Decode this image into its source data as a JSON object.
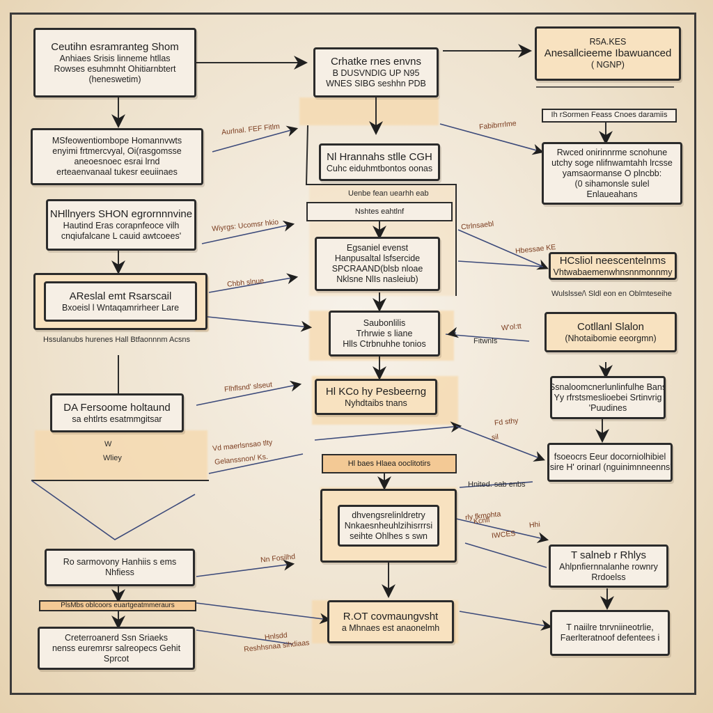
{
  "boxes": {
    "b_tl": [
      "Ceutihn esramranteg  Shom",
      "Anhiaes Srisis linneme htllas",
      "Rowses esuhmnht Ohitiarnbtert",
      "(heneswetim)"
    ],
    "b_tc": [
      "Crhatke rnes envns",
      "B  DUSVNDIG UP N95",
      "WNES  SIBG  seshhn PDB"
    ],
    "b_tr": [
      "R5A.KES",
      "Anesallcieeme Ibawuanced",
      "( NGNP)"
    ],
    "b_l2": [
      "MSfeowentiombope Homannvwts",
      "enyimi frtmercvyal, Oi(rasgomsse",
      "aneoesnoec esrai lrnd",
      "erteaenvanaal tukesr eeuiinaes"
    ],
    "b_c2": [
      "Nl  Hrannahs stlle  CGH",
      "Cuhc   eiduhmtbontos oonas"
    ],
    "b_r2": [
      "Rwced  onirinnrme scnohune",
      "utchy soge nlifnwamtahh lrcsse",
      "yamsaormanse  O plncbb:",
      "(0 sihamonsle sulel",
      "Enlaueahans"
    ],
    "b_l3": [
      "NHllnyers SHON  egrornnnvine",
      "Hautind Eras  corapnfeoce vilh",
      "cnqiufalcane  L cauid awtcoees'"
    ],
    "b_c3": [
      "Egsaniel   evenst",
      "Hanpusaltal lsfsercide",
      "SPCRAAND(blsb  nloae",
      "Nklsne NlIs nasleiub)"
    ],
    "b_r3": [
      "HCsliol neescentelnms",
      "Vhtwabaemenwhnsnnmonnmy"
    ],
    "b_l4": [
      "AReslal emt  Rsarscail",
      "Bxoeisl l Wntaqamrirheer Lare"
    ],
    "b_c4": [
      "Saubonlilis",
      "Trhrwie  s liane",
      "Hlls  Ctrbnuhhe  tonios"
    ],
    "b_r4": [
      "Cotllanl  Slalon",
      "(Nhotaibomie   eeorgmn)"
    ],
    "b_l5": [
      "DA Fersoome   holtaund",
      "sa ehtlrts   esatmmgitsar"
    ],
    "b_c5": [
      "Hl  KCo hy Pesbeerng",
      "Nyhdtaibs tnans"
    ],
    "b_r5": [
      "Ssnaloomcnerlunlinfulhe Bans",
      "Yy  rfrstsmeslioebei  Srtinvrig",
      "'Puudines"
    ],
    "b_r6": [
      "fsoeocrs  Eeur  docorniolhibiel",
      "'sire  H' orinarl  (nguinimnneenns'"
    ],
    "b_c6": [
      "dhvengsrelinldretry",
      "Nnkaesnheuhlzihisrrrsi",
      "seihte  Ohlhes  s  swn"
    ],
    "b_l7": [
      "Ro sarmovony   Hanhiis s ems",
      "Nhfiess"
    ],
    "b_r7": [
      "T salneb r Rhlys",
      "Ahlpnfiernnalanhe  rownry",
      "Rrdoelss"
    ],
    "b_c8": [
      "R.OT   covmaungvsht",
      "a  Mhnaes est  anaonelmh"
    ],
    "b_l8": [
      "Creterroanerd  Ssn  Sriaeks",
      "nenss   euremrsr  salreopecs  Gehit",
      "Sprcot"
    ],
    "b_r8": [
      "T naiilre  tnrvniineotrlie,",
      "Faerlteratnoof  defentees i"
    ]
  },
  "bars": {
    "bar_c3": "Nshtes  eahtlnf",
    "bar_c6": "Hl baes  Hlaea  ooclitotirs",
    "bar_l8": "PlsMbs   oblcoors  euartgeatmmeraurs",
    "bar_r2": "Ih rSormen  Feass  Cnoes  daramiis"
  },
  "captions": {
    "cap_c3top": "Uenbe fean  uearhh eab",
    "cap_l4bot": "Hssulanubs  hurenes  Hall Btfaonnnm Acsns",
    "cap_r3bot": "Wulslsse/\\ Sldl  eon en  Oblmteseihe",
    "cap_l5low": "W",
    "cap_l5low2": "Wliey",
    "cap_c7arrow": "Hnited.  sab  enbs",
    "cap_c4r": "Fitwnls"
  },
  "notes": {
    "n1": "Aurlnal. FEF Fitlm",
    "n2": "Fabibrrrlme",
    "n3": "Wiyrgs: Ucomsr hkio",
    "n4": "Ctrlnsaebl",
    "n5": "Hbessae KE",
    "n6": "Chbh slnue",
    "n7": "W'ol:tt",
    "n8": "Flhflsnd' slseut",
    "n9": "Vd  maerlsnsao  tlty",
    "n10": "Gelanssnon/ Ks.",
    "n11": "Fd  sthy",
    "n12": "sil",
    "n13": "rly fkmohta",
    "n14": "Hhi",
    "n15": "Kcnfl",
    "n16": "IWCES",
    "n17": "Nn Fosilhd",
    "n18": "Reshhsnaa sihdiaas",
    "n19": "Hnlsdd"
  }
}
